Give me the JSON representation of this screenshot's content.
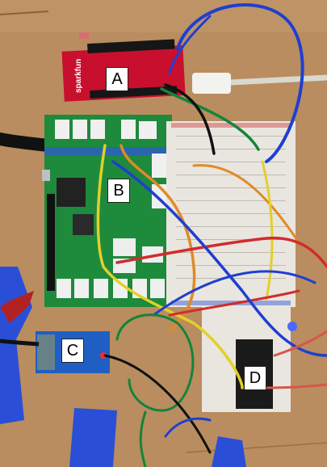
{
  "labels": {
    "a": "A",
    "b": "B",
    "c": "C",
    "d": "D"
  },
  "board_marking": "sparkfun",
  "colors": {
    "cardboard": "#b98d5f",
    "sparkfun_board": "#c8102e",
    "main_board": "#1e8a3c",
    "breadboard": "#e9e6df",
    "relay_module": "#1f5fc4",
    "tape": "#2a4fd6"
  }
}
